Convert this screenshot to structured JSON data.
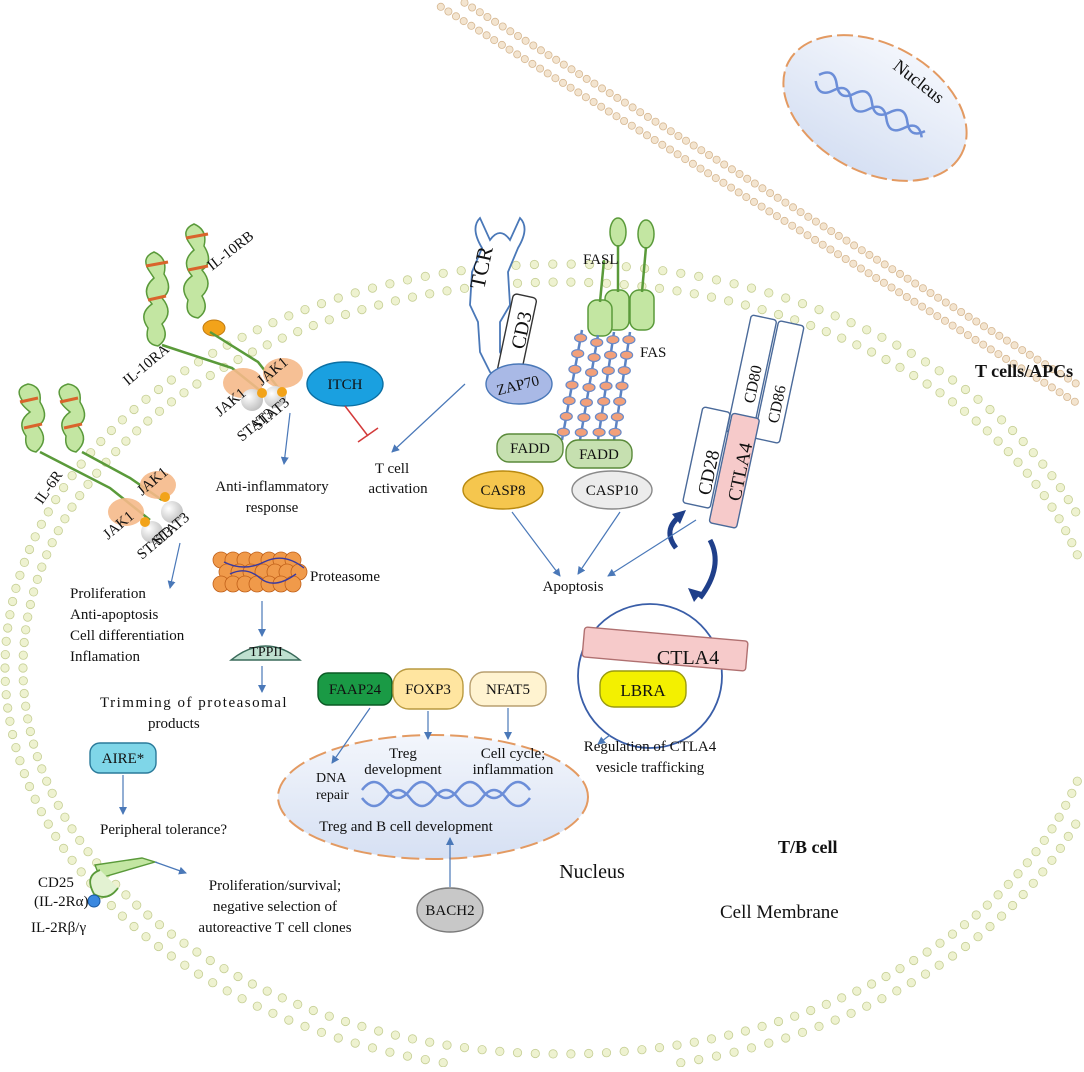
{
  "colors": {
    "membrane_head": "#eef2d0",
    "membrane_head_stroke": "#c6cf95",
    "apc_membrane_head": "#f3e4cf",
    "apc_membrane_stroke": "#d6b893",
    "receptor_green": "#c3e6a2",
    "receptor_band": "#d9642c",
    "jak": "#f5b98a",
    "stat": "#d9d9d9",
    "phospho": "#f2a31a",
    "arrow": "#4a78b8",
    "inhibit": "#d33a3a",
    "itch": "#1aa0e0",
    "zap70": "#a9b9e6",
    "fadd": "#c6e0b0",
    "casp8": "#f5c64e",
    "casp10": "#ececec",
    "tppii": "#bfe0d0",
    "aire": "#7fd6e8",
    "faap24": "#1a9a45",
    "foxp3": "#ffe5a0",
    "nfat5": "#fff3d0",
    "bach2": "#c8c8c8",
    "ctla4_pink": "#f6caca",
    "lbra": "#f3f000",
    "nucleus_fill": "#dde6f5",
    "nucleus_stroke": "#e39a62",
    "dna": "#6c8ed8"
  },
  "labels": {
    "nucleus_top": "Nucleus",
    "fasl": "FASL",
    "fas": "FAS",
    "tcr": "TCR",
    "cd3": "CD3",
    "zap70": "ZAP70",
    "tcells_apcs": "T cells/APCs",
    "il10rb": "IL-10RB",
    "il10ra": "IL-10RA",
    "il6r": "IL-6R",
    "jak1_a": "JAK1",
    "jak1_b": "JAK1",
    "jak1_c": "JAK1",
    "jak1_d": "JAK1",
    "stat3_a": "STAT3",
    "stat3_b": "STAT3",
    "stat3_c": "STAT3",
    "stat3_d": "STAT3",
    "itch": "ITCH",
    "tcell_activation_1": "T cell",
    "tcell_activation_2": "activation",
    "anti_inflam_1": "Anti-inflammatory",
    "anti_inflam_2": "response",
    "fadd_1": "FADD",
    "fadd_2": "FADD",
    "casp8": "CASP8",
    "casp10": "CASP10",
    "apoptosis": "Apoptosis",
    "cd28": "CD28",
    "ctla4_membrane": "CTLA4",
    "cd80": "CD80",
    "cd86": "CD86",
    "proteasome": "Proteasome",
    "il6_outcomes": [
      "Proliferation",
      "Anti-apoptosis",
      "Cell differentiation",
      "Inflamation"
    ],
    "tppii": "TPPII",
    "trimming_1": "Trimming of proteasomal",
    "trimming_2": "products",
    "faap24": "FAAP24",
    "foxp3": "FOXP3",
    "nfat5": "NFAT5",
    "ctla4_vesicle": "CTLA4",
    "lbra": "LBRA",
    "aire": "AIRE*",
    "dna_repair_1": "DNA",
    "dna_repair_2": "repair",
    "treg_dev_1": "Treg",
    "treg_dev_2": "development",
    "cell_cycle_1": "Cell cycle;",
    "cell_cycle_2": "inflammation",
    "treg_bcell": "Treg and B cell development",
    "vesicle_reg_1": "Regulation of CTLA4",
    "vesicle_reg_2": "vesicle trafficking",
    "peripheral_tol": "Peripheral tolerance?",
    "tb_cell": "T/B cell",
    "cd25_1": "CD25",
    "cd25_2": "(IL-2Rα)",
    "il2rbg": "IL-2Rβ/γ",
    "prolif_1": "Proliferation/survival;",
    "prolif_2": "negative selection of",
    "prolif_3": "autoreactive  T cell clones",
    "nucleus_inner": "Nucleus",
    "bach2": "BACH2",
    "cell_membrane": "Cell Membrane"
  }
}
